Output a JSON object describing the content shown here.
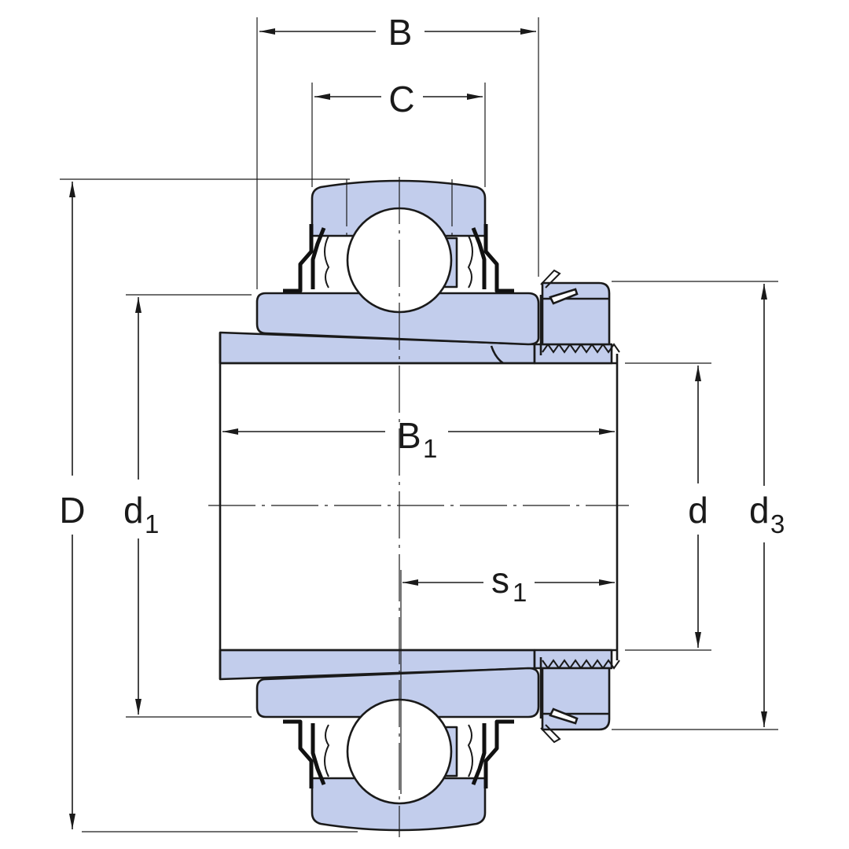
{
  "diagram": {
    "labels": {
      "B": "B",
      "C": "C",
      "B1_main": "B",
      "B1_sub": "1",
      "D": "D",
      "d1_main": "d",
      "d1_sub": "1",
      "d": "d",
      "d3_main": "d",
      "d3_sub": "3",
      "s1_main": "s",
      "s1_sub": "1"
    },
    "colors": {
      "part_fill": "#c2cdec",
      "line": "#1a1a1a",
      "background": "#ffffff"
    }
  }
}
